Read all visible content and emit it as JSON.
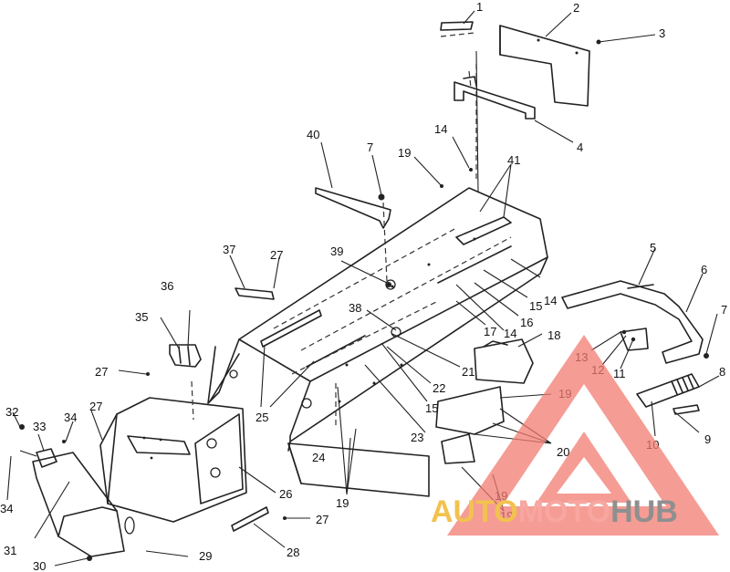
{
  "callouts": [
    "1",
    "2",
    "3",
    "4",
    "5",
    "6",
    "7",
    "7",
    "8",
    "9",
    "10",
    "11",
    "12",
    "13",
    "14",
    "14",
    "14",
    "15",
    "15",
    "16",
    "17",
    "18",
    "19",
    "19",
    "19",
    "19",
    "19",
    "20",
    "21",
    "22",
    "23",
    "24",
    "25",
    "26",
    "27",
    "27",
    "27",
    "27",
    "28",
    "29",
    "30",
    "31",
    "32",
    "33",
    "34",
    "34",
    "35",
    "36",
    "37",
    "38",
    "39",
    "40",
    "41"
  ],
  "watermark": {
    "part1": "AUTO",
    "part2": "MOTO",
    "part3": "HUB"
  },
  "colors": {
    "line": "#222222",
    "wm_red": "#f27b72",
    "wm_yellow": "#f2c24f",
    "wm_gray": "#8f8f8f"
  }
}
